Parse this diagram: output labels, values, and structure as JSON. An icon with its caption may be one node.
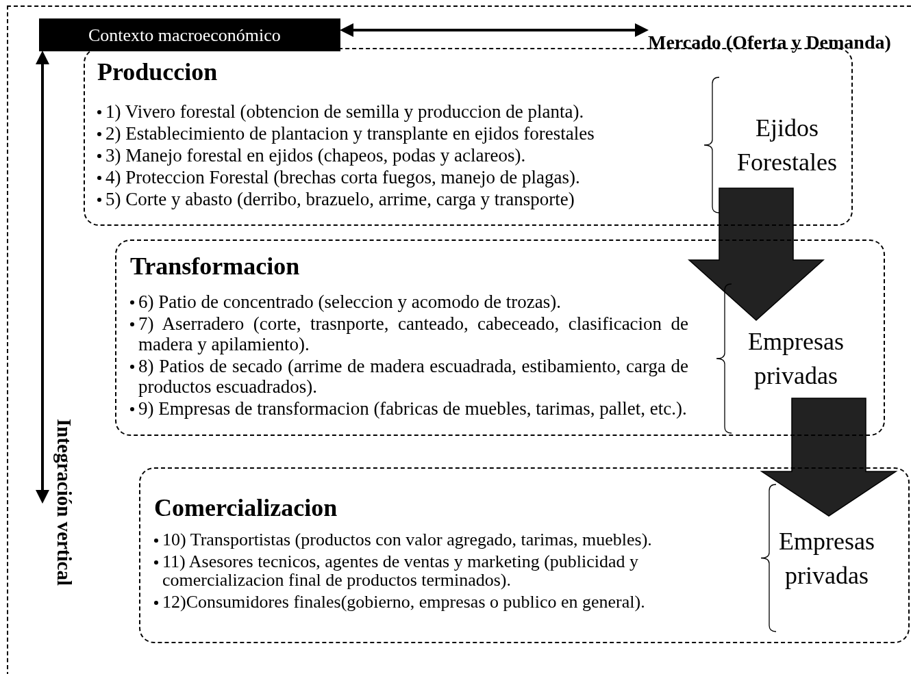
{
  "diagram": {
    "nodes": [
      {
        "text": [
          "Contexto macroeconómico"
        ]
      },
      {
        "text": [
          "Mercado (Oferta y Demanda)"
        ]
      },
      {
        "text": [
          "Produccion",
          "1) Vivero forestal (obtencion de semilla y produccion de planta).",
          "2) Establecimiento de plantacion y transplante en ejidos forestales",
          "3) Manejo forestal en ejidos (chapeos, podas y aclareos).",
          "4) Proteccion Forestal (brechas corta fuegos, manejo de plagas).",
          "5) Corte y abasto (derribo, brazuelo, arrime, carga y transporte)"
        ]
      },
      {
        "text": [
          "Ejidos Forestales"
        ],
        "in": 2
      },
      {
        "text": [
          "Transformacion",
          "6) Patio de concentrado (seleccion y acomodo de trozas).",
          "7) Aserradero (corte, trasnporte, canteado, cabeceado, clasificacion de madera y apilamiento).",
          "8) Patios de secado (arrime de madera escuadrada, estibamiento, carga de productos escuadrados).",
          "9) Empresas de transformacion (fabricas de muebles, tarimas, pallet, etc.)."
        ]
      },
      {
        "text": [
          "Empresas privadas"
        ],
        "in": 4
      },
      {
        "text": [
          "Comercializacion",
          "10) Transportistas (productos con valor agregado, tarimas, muebles).",
          "11) Asesores tecnicos, agentes de ventas y marketing (publicidad y comercializacion final de productos terminados).",
          "12)Consumidores finales(gobierno, empresas o publico en general)."
        ]
      },
      {
        "text": [
          "Empresas privadas"
        ],
        "in": 6
      }
    ],
    "edges": [
      {
        "from": 0,
        "to": 1,
        "arrow": "both"
      },
      {
        "from": null,
        "to": 0,
        "arrow": "both",
        "label": "Integración vertical"
      },
      {
        "from": 2,
        "to": 4,
        "arrow": "to",
        "style": "thick"
      },
      {
        "from": 4,
        "to": 6,
        "arrow": "to",
        "style": "thick"
      }
    ]
  }
}
